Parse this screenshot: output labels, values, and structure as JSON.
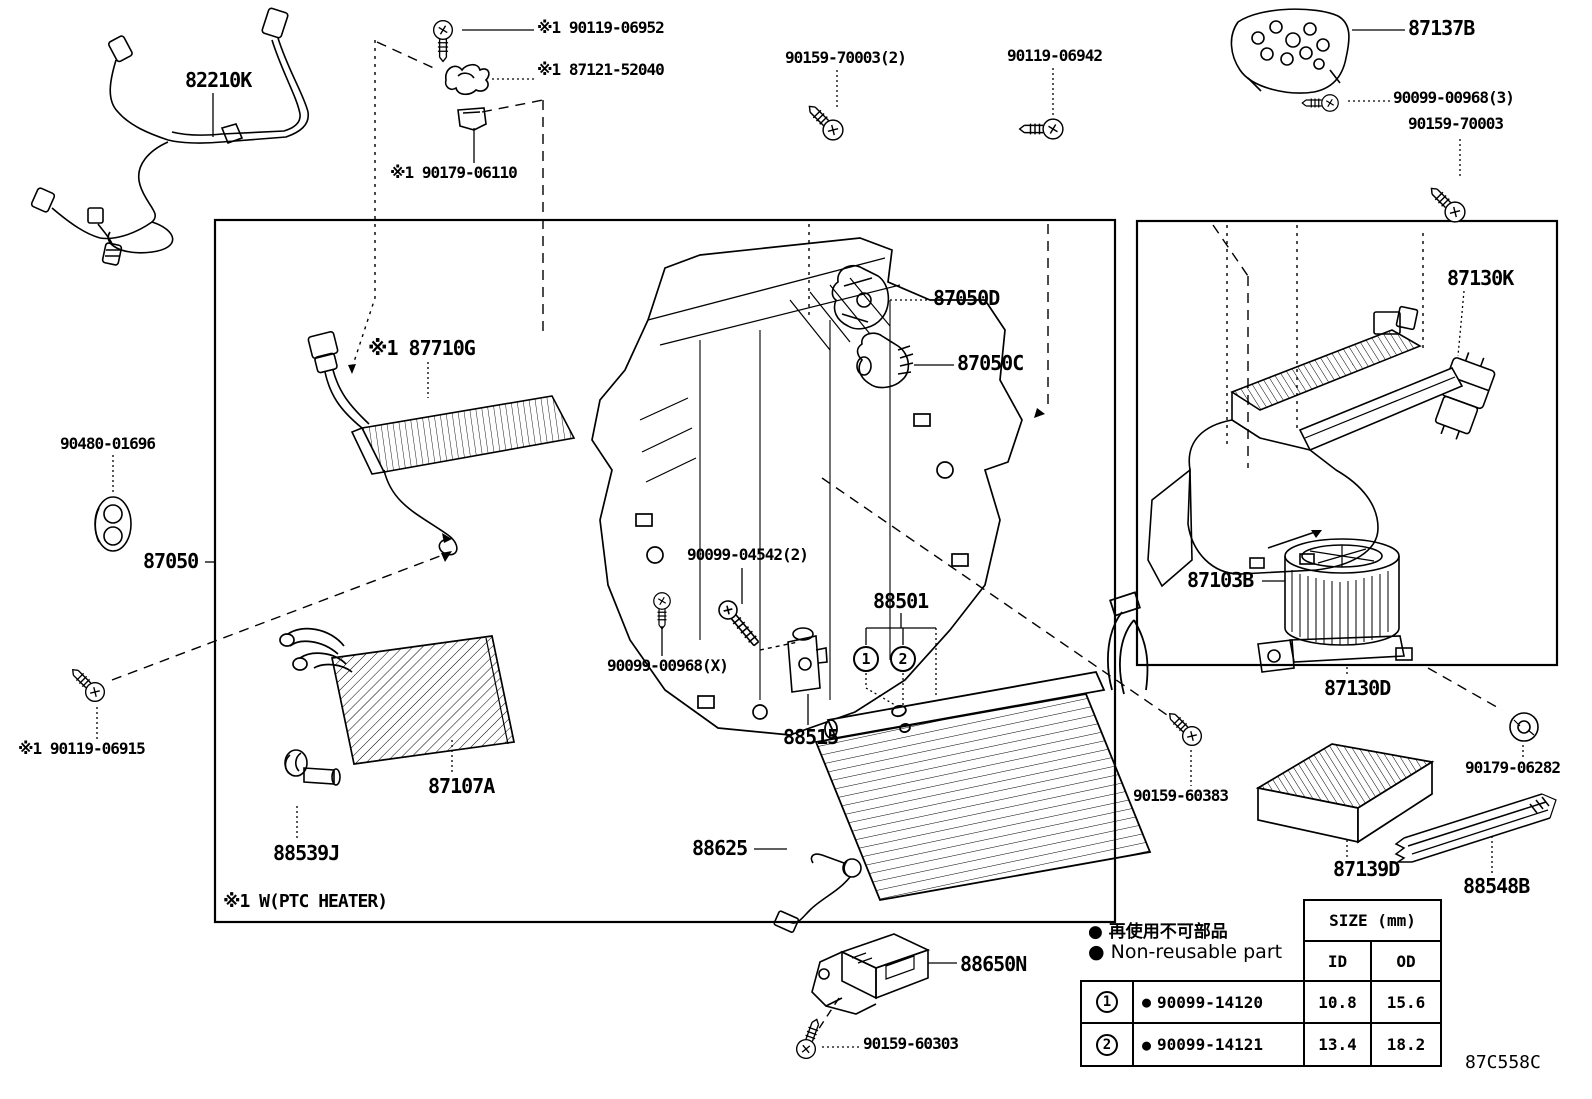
{
  "diagram": {
    "code": "87C558C",
    "ptc_note": "※1 W(PTC HEATER)",
    "callouts": [
      "1",
      "2"
    ],
    "labels": [
      "82210K",
      "※1 90119-06952",
      "※1 87121-52040",
      "※1 90179-06110",
      "90159-70003(2)",
      "90119-06942",
      "87137B",
      "90099-00968(3)",
      "90159-70003",
      "87130K",
      "※1 87710G",
      "87050D",
      "87050C",
      "90480-01696",
      "87050",
      "90099-04542(2)",
      "88501",
      "90099-00968(X)",
      "88515",
      "87103B",
      "87130D",
      "※1 90119-06915",
      "87107A",
      "88539J",
      "88625",
      "90159-60383",
      "90179-06282",
      "87139D",
      "88548B",
      "88650N",
      "90159-60303"
    ]
  },
  "legend": {
    "bullet": "●",
    "jp": "再使用不可部品",
    "en": "Non-reusable part"
  },
  "size_table": {
    "title": "SIZE (mm)",
    "columns": [
      "ID",
      "OD"
    ],
    "bullet": "●",
    "rows": [
      {
        "num": "1",
        "part": "90099-14120",
        "id": "10.8",
        "od": "15.6"
      },
      {
        "num": "2",
        "part": "90099-14121",
        "id": "13.4",
        "od": "18.2"
      }
    ]
  }
}
